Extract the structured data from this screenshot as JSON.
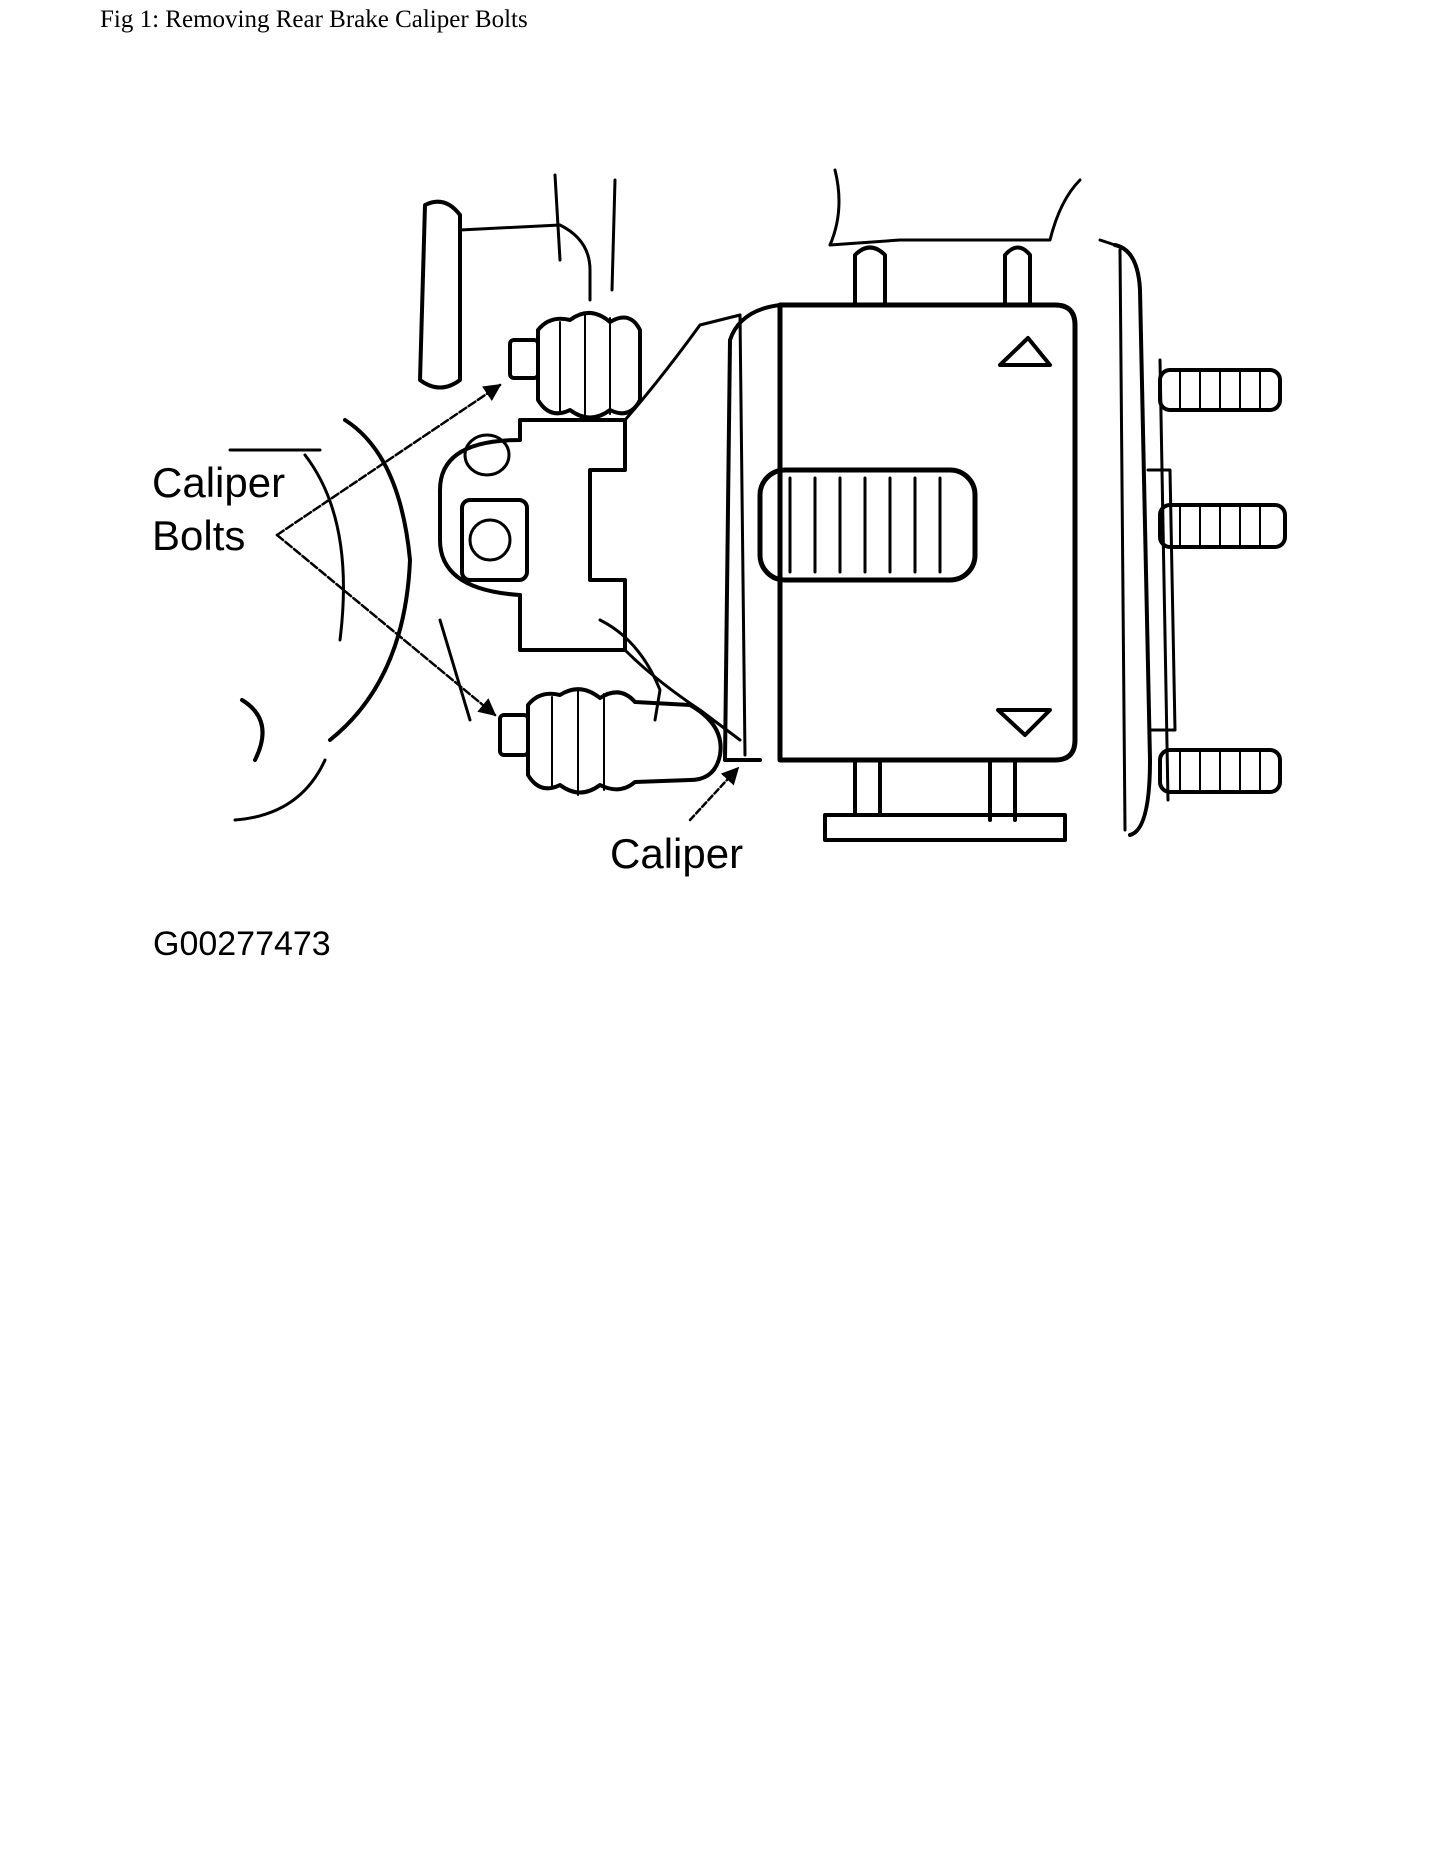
{
  "caption": "Fig 1: Removing Rear Brake Caliper Bolts",
  "labels": {
    "caliper_bolts_line1": "Caliper",
    "caliper_bolts_line2": "Bolts",
    "caliper": "Caliper"
  },
  "figure_id": "G00277473"
}
